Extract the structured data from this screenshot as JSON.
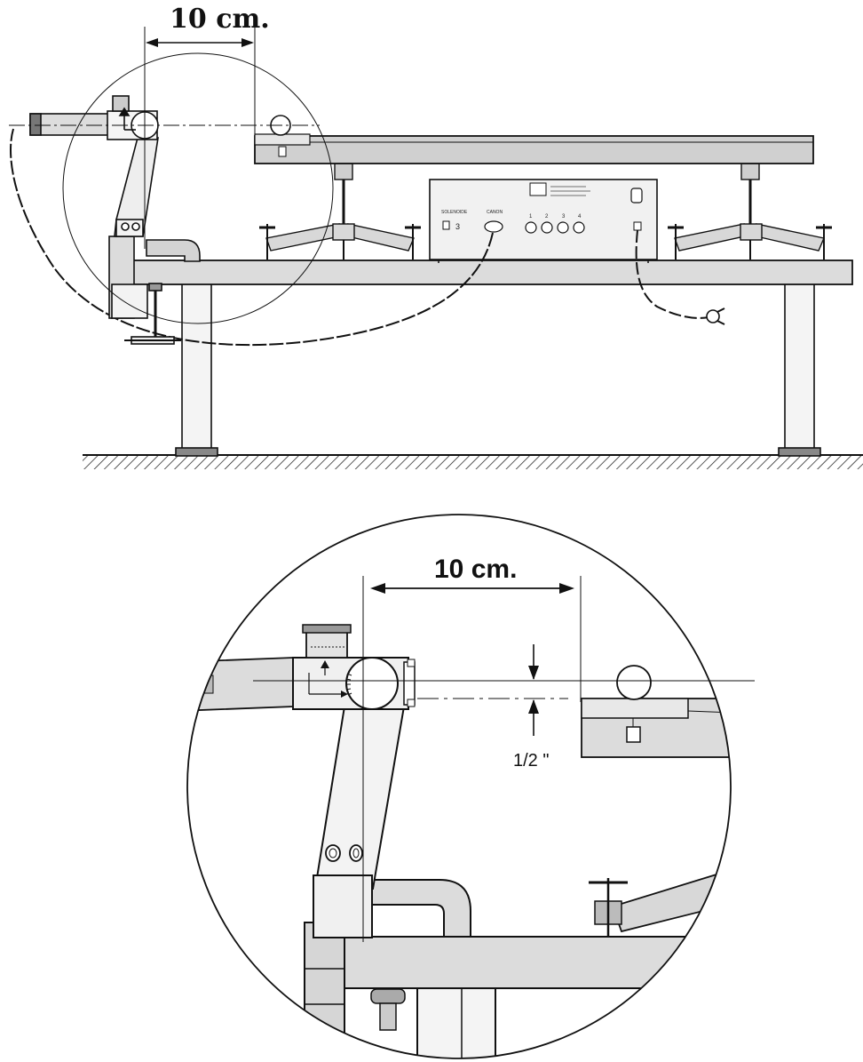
{
  "top_view": {
    "dimension_label": "10 cm.",
    "panel": {
      "label_left": "SOLENOIDE",
      "label_center": "CANON",
      "button_numbers": [
        "1",
        "2",
        "3",
        "4"
      ]
    }
  },
  "detail_view": {
    "dimension_label": "10 cm.",
    "offset_label": "1/2 \""
  },
  "colors": {
    "line": "#111111",
    "fill_gray": "#dcdcdc",
    "fill_light": "#ececec",
    "background": "#ffffff"
  }
}
